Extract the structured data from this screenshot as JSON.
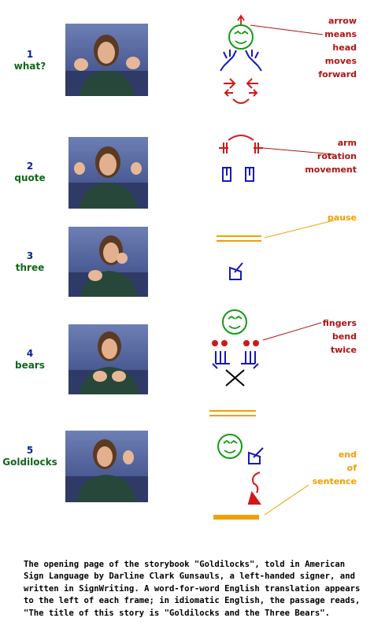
{
  "rows": [
    {
      "number": "1",
      "word": "what?"
    },
    {
      "number": "2",
      "word": "quote"
    },
    {
      "number": "3",
      "word": "three"
    },
    {
      "number": "4",
      "word": "bears"
    },
    {
      "number": "5",
      "word": "Goldilocks"
    }
  ],
  "annotations": [
    {
      "lines": [
        "arrow",
        "means",
        "head",
        "moves",
        "forward"
      ],
      "color": "#b21212"
    },
    {
      "lines": [
        "arm",
        "rotation",
        "movement"
      ],
      "color": "#b21212"
    },
    {
      "lines": [
        "pause"
      ],
      "color": "#f0a000"
    },
    {
      "lines": [
        "fingers",
        "bend",
        "twice"
      ],
      "color": "#b21212"
    },
    {
      "lines": [
        "end",
        "of",
        "sentence"
      ],
      "color": "#f0a000"
    }
  ],
  "caption": "The opening page of the storybook \"Goldilocks\", told in American Sign Language by Darline Clark Gunsauls, a left-handed signer, and written in SignWriting. A word-for-word English translation appears to the left of each frame; in idiomatic English, the passage reads, \"The title of this story is \"Goldilocks and the Three Bears\".",
  "colors": {
    "face": "#129a12",
    "hand": "#1818b8",
    "movement": "#d01818",
    "pause": "#f0a000"
  }
}
